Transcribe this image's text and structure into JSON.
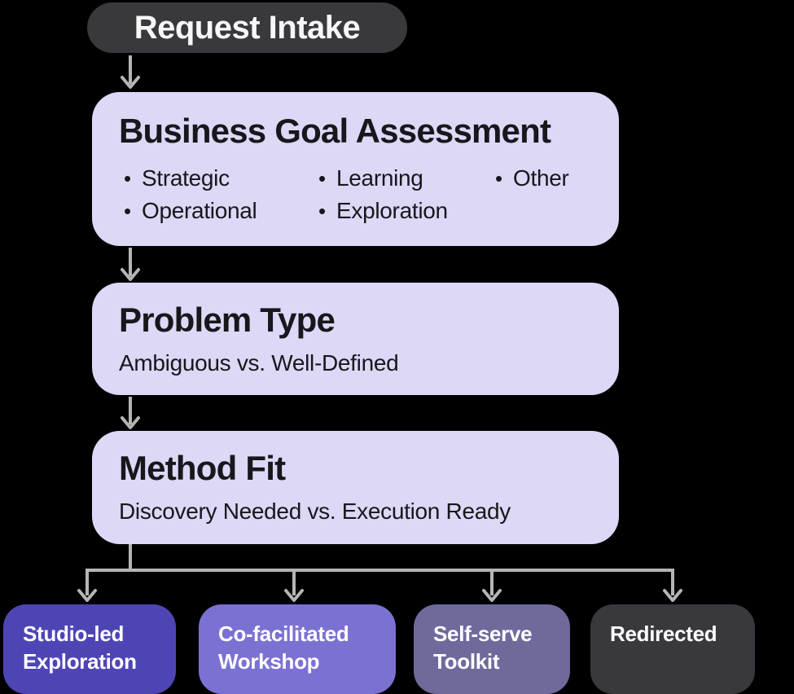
{
  "palette": {
    "background": "#000000",
    "dark_node": "#39383d",
    "stage_node": "#dcd8f6",
    "stage_text": "#17171c",
    "arrow": "#b5b5b5",
    "outcome_studio": "#4e45b5",
    "outcome_workshop": "#7b71d2",
    "outcome_toolkit": "#6f6a9c",
    "outcome_redirected": "#39383d",
    "light_text": "#ffffff"
  },
  "flow": {
    "intake": {
      "label": "Request Intake"
    },
    "assessment": {
      "title": "Business Goal Assessment",
      "columns": [
        {
          "items": [
            "Strategic",
            "Operational"
          ]
        },
        {
          "items": [
            "Learning",
            "Exploration"
          ]
        },
        {
          "items": [
            "Other"
          ]
        }
      ]
    },
    "problem_type": {
      "title": "Problem Type",
      "subtitle": "Ambiguous vs. Well-Defined"
    },
    "method_fit": {
      "title": "Method Fit",
      "subtitle": "Discovery Needed vs. Execution Ready"
    },
    "outcomes": [
      {
        "label": "Studio-led Exploration",
        "lines": [
          "Studio-led",
          "Exploration"
        ]
      },
      {
        "label": "Co-facilitated Workshop",
        "lines": [
          "Co-facilitated",
          "Workshop"
        ]
      },
      {
        "label": "Self-serve Toolkit",
        "lines": [
          "Self-serve",
          "Toolkit"
        ]
      },
      {
        "label": "Redirected",
        "lines": [
          "Redirected"
        ]
      }
    ]
  }
}
